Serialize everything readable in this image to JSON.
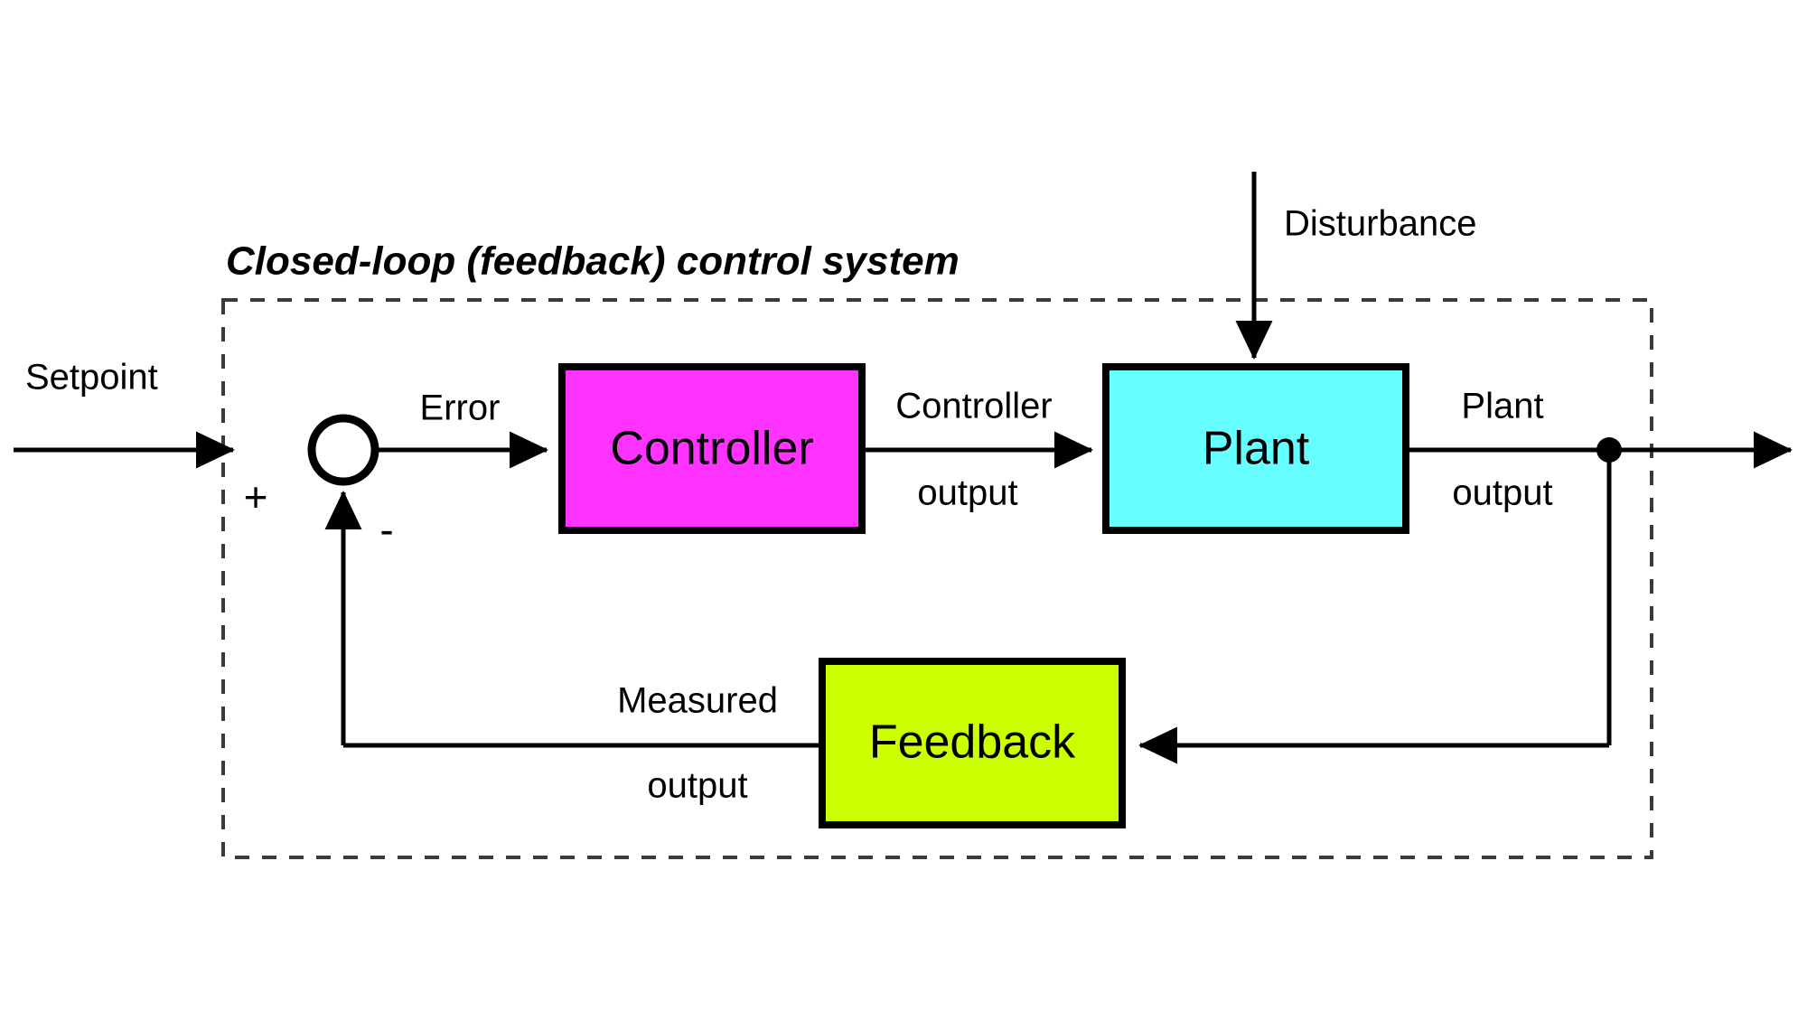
{
  "diagram": {
    "title": "Closed-loop (feedback) control system",
    "type": "block-diagram",
    "background_color": "#ffffff",
    "line_color": "#000000",
    "boundary": {
      "name": "closed-loop-boundary",
      "style": "dashed",
      "color": "#3a3a3a"
    },
    "blocks": [
      {
        "id": "controller",
        "label": "Controller",
        "fill": "#ff33ff",
        "stroke": "#000000"
      },
      {
        "id": "plant",
        "label": "Plant",
        "fill": "#66ffff",
        "stroke": "#000000"
      },
      {
        "id": "feedback",
        "label": "Feedback",
        "fill": "#ccff00",
        "stroke": "#000000"
      }
    ],
    "summing_junction": {
      "id": "summing-junction",
      "shape": "circle",
      "fill": "#ffffff",
      "stroke": "#000000",
      "plus_sign": "+",
      "minus_sign": "-"
    },
    "signals": [
      {
        "id": "setpoint",
        "label": "Setpoint"
      },
      {
        "id": "error",
        "label": "Error"
      },
      {
        "id": "controller-output",
        "label_line1": "Controller",
        "label_line2": "output"
      },
      {
        "id": "plant-output",
        "label_line1": "Plant",
        "label_line2": "output"
      },
      {
        "id": "measured-output",
        "label_line1": "Measured",
        "label_line2": "output"
      },
      {
        "id": "disturbance",
        "label": "Disturbance"
      }
    ],
    "labels": {
      "setpoint": "Setpoint",
      "error": "Error",
      "controller_output_1": "Controller",
      "controller_output_2": "output",
      "plant_output_1": "Plant",
      "plant_output_2": "output",
      "measured_output_1": "Measured",
      "measured_output_2": "output",
      "disturbance": "Disturbance",
      "plus": "+",
      "minus": "-"
    }
  }
}
